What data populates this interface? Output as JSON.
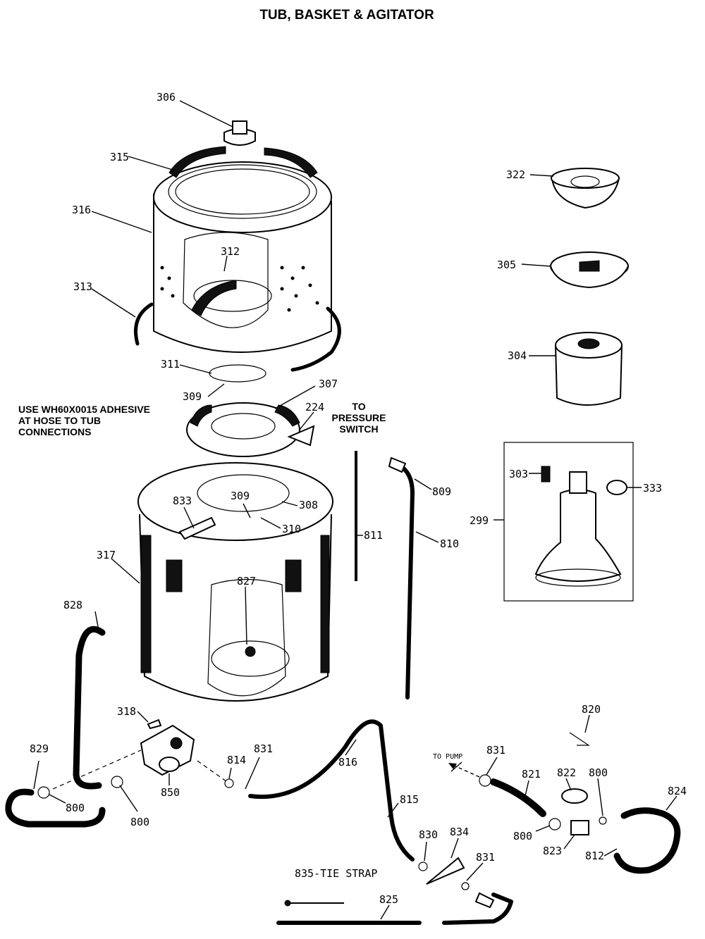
{
  "title": "TUB, BASKET & AGITATOR",
  "notes": {
    "adhesive": [
      "USE WH60X0015 ADHESIVE",
      "AT HOSE TO TUB",
      "CONNECTIONS"
    ],
    "pressure": [
      "TO",
      "PRESSURE",
      "SWITCH"
    ],
    "to_pump": "TO PUMP",
    "tie_strap": "835-TIE STRAP"
  },
  "parts": {
    "p306": "306",
    "p315": "315",
    "p316": "316",
    "p312": "312",
    "p313": "313",
    "p311": "311",
    "p309a": "309",
    "p307": "307",
    "p224": "224",
    "p833": "833",
    "p309b": "309",
    "p308": "308",
    "p310": "310",
    "p317": "317",
    "p827": "827",
    "p828": "828",
    "p318": "318",
    "p811": "811",
    "p809": "809",
    "p810": "810",
    "p322": "322",
    "p305": "305",
    "p304": "304",
    "p303": "303",
    "p333": "333",
    "p299": "299",
    "p829": "829",
    "p800a": "800",
    "p800b": "800",
    "p850": "850",
    "p814": "814",
    "p831a": "831",
    "p816": "816",
    "p815": "815",
    "p820": "820",
    "p831b": "831",
    "p821": "821",
    "p822": "822",
    "p800c": "800",
    "p824": "824",
    "p800d": "800",
    "p823": "823",
    "p812": "812",
    "p830": "830",
    "p834": "834",
    "p831c": "831",
    "p825": "825"
  }
}
